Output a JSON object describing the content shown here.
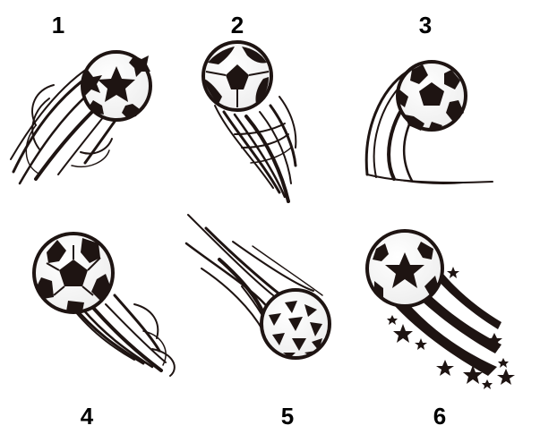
{
  "labels": [
    "1",
    "2",
    "3",
    "4",
    "5",
    "6"
  ],
  "colors": {
    "ink": "#1e1412",
    "background": "#ffffff"
  },
  "icons": [
    "soccer-ball-star-panels-icon",
    "soccer-ball-curved-panels-icon",
    "soccer-ball-classic-icon",
    "soccer-ball-pentagon-hex-icon",
    "soccer-ball-triangle-panels-icon",
    "soccer-ball-star-with-stars-icon"
  ]
}
